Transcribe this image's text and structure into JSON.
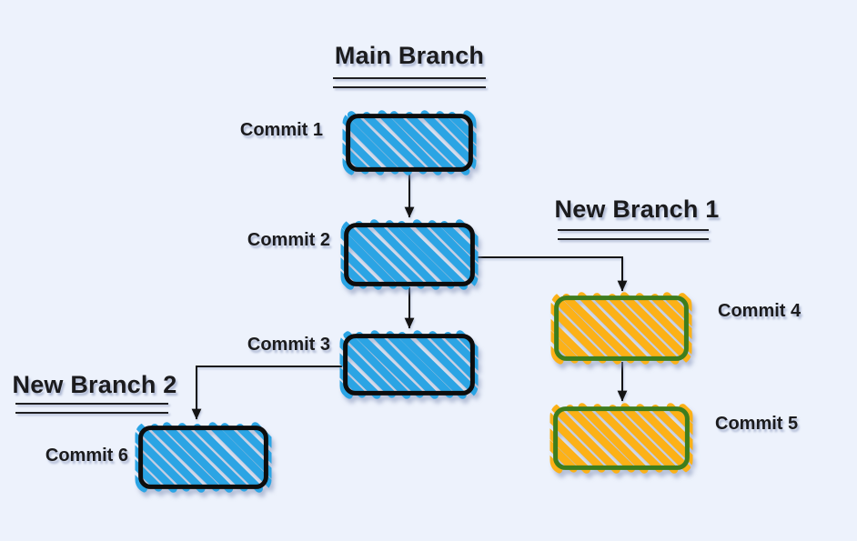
{
  "diagram": {
    "type": "git-branching-flowchart",
    "background_color": "#edf2fc",
    "text_color": "#1b1b1d",
    "arrow_color": "#141414",
    "palette": {
      "main": {
        "fill": "#2ba4e4",
        "border": "#0d0d0d"
      },
      "feature": {
        "fill": "#fcb117",
        "border": "#3d7d1d"
      }
    },
    "branches": [
      {
        "title": "Main Branch"
      },
      {
        "title": "New Branch 1"
      },
      {
        "title": "New Branch 2"
      }
    ],
    "commits": [
      {
        "label": "Commit 1",
        "branch": "Main Branch",
        "theme": "main",
        "label_side": "left"
      },
      {
        "label": "Commit 2",
        "branch": "Main Branch",
        "theme": "main",
        "label_side": "left"
      },
      {
        "label": "Commit 3",
        "branch": "Main Branch",
        "theme": "main",
        "label_side": "left"
      },
      {
        "label": "Commit 4",
        "branch": "New Branch 1",
        "theme": "feature",
        "label_side": "right"
      },
      {
        "label": "Commit 5",
        "branch": "New Branch 1",
        "theme": "feature",
        "label_side": "right"
      },
      {
        "label": "Commit 6",
        "branch": "New Branch 2",
        "theme": "main",
        "label_side": "left"
      }
    ],
    "edges": [
      {
        "from": "Commit 1",
        "to": "Commit 2"
      },
      {
        "from": "Commit 2",
        "to": "Commit 3"
      },
      {
        "from": "Commit 2",
        "to": "Commit 4"
      },
      {
        "from": "Commit 4",
        "to": "Commit 5"
      },
      {
        "from": "Commit 3",
        "to": "Commit 6"
      }
    ]
  }
}
